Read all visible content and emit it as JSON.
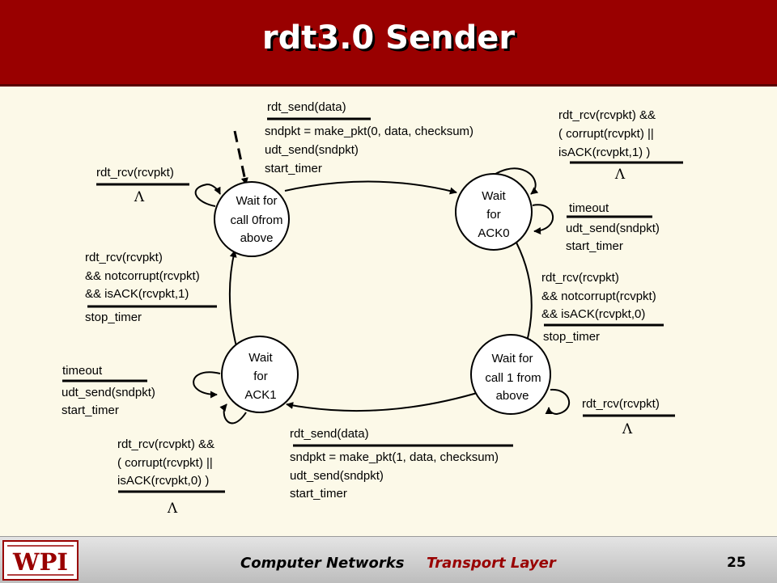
{
  "title": "rdt3.0 Sender",
  "states": {
    "wait_call0": [
      "Wait for",
      "call 0from",
      "above"
    ],
    "wait_ack0": [
      "Wait",
      "for",
      "ACK0"
    ],
    "wait_call1": [
      "Wait for",
      "call 1 from",
      "above"
    ],
    "wait_ack1": [
      "Wait",
      "for",
      "ACK1"
    ]
  },
  "transitions": {
    "send0": {
      "event": "rdt_send(data)",
      "actions": [
        "sndpkt = make_pkt(0, data, checksum)",
        "udt_send(sndpkt)",
        "start_timer"
      ]
    },
    "ack0_bad": {
      "event": [
        "rdt_rcv(rcvpkt) &&",
        "( corrupt(rcvpkt) ||",
        "isACK(rcvpkt,1) )"
      ],
      "action": "Λ"
    },
    "ack0_timeout": {
      "event": "timeout",
      "actions": [
        "udt_send(sndpkt)",
        "start_timer"
      ]
    },
    "ack0_ok": {
      "event": [
        "rdt_rcv(rcvpkt)",
        "&& notcorrupt(rcvpkt)",
        "&& isACK(rcvpkt,0)"
      ],
      "action": "stop_timer"
    },
    "call1_rcv": {
      "event": "rdt_rcv(rcvpkt)",
      "action": "Λ"
    },
    "send1": {
      "event": "rdt_send(data)",
      "actions": [
        "sndpkt = make_pkt(1, data, checksum)",
        "udt_send(sndpkt)",
        "start_timer"
      ]
    },
    "ack1_bad": {
      "event": [
        "rdt_rcv(rcvpkt) &&",
        "( corrupt(rcvpkt) ||",
        "isACK(rcvpkt,0) )"
      ],
      "action": "Λ"
    },
    "ack1_timeout": {
      "event": "timeout",
      "actions": [
        "udt_send(sndpkt)",
        "start_timer"
      ]
    },
    "ack1_ok": {
      "event": [
        "rdt_rcv(rcvpkt)",
        "&& notcorrupt(rcvpkt)",
        "&& isACK(rcvpkt,1)"
      ],
      "action": "stop_timer"
    },
    "call0_rcv": {
      "event": "rdt_rcv(rcvpkt)",
      "action": "Λ"
    }
  },
  "footer": {
    "logo": "WPI",
    "course": "Computer Networks",
    "topic": "Transport Layer",
    "page": "25"
  },
  "colors": {
    "header": "#990000",
    "background": "#fcf9e8",
    "topic_text": "#990000"
  }
}
